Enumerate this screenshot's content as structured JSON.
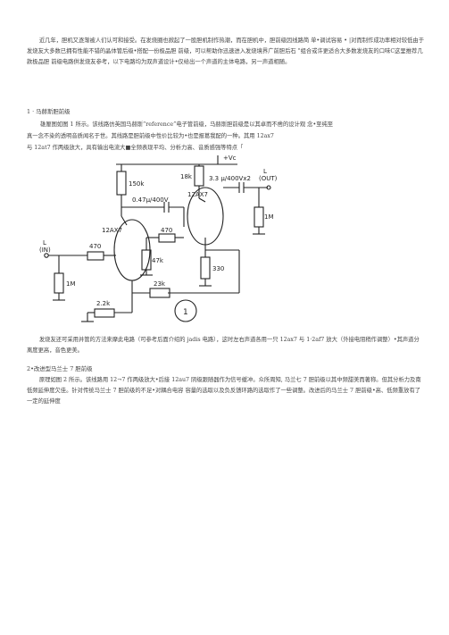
{
  "intro": "近几年，胆机又逐渐被人们认可和接受。在发烧圈也掀起了一股胆机制作热潮，而在胆机中，胆前级因线路简 单•调试容易 • |对而制作成功率相对较低由于发烧友大多数已拥有性能不错的晶体管后级•搭配一份极品胆 前级，可以帮助你迅速进入发烧境界广前胆后石 \"组合或许更适合大多数发烧友的口味C这里推荐几款极品胆 前级电路供发烧友参考，以下电路均为双声道设计•仅给出一个声道的主体电路，另一声道相随。",
  "section1": {
    "title": "1 · 马赫斯胆前级",
    "line1": "雄厘图如图 1 所示。该线路仿英国马赫斯“reference”电子管前级，马赫斯胆前级是以其卓而不凿的设计观 念•至纯至",
    "line2": "真一念不染的透明音质闻名于世。其线路是胆前级中性价比较为•也是报葛我配的一种。其用 12ax7",
    "line3": "与 12at7 作两级放大，具有输出电流大■全频表现平均、分析力高、音质感强等特点「"
  },
  "circuit": {
    "vc": "+Vc",
    "r18k": "18k",
    "cap33": "3.3 μ/400Vx2",
    "out": "L",
    "out2": "(OUT)",
    "tube2": "12AX7",
    "r150k": "150k",
    "cap047": "0.47μ/400V",
    "r1m_out": "1M",
    "tube1": "12AX7",
    "r470_top": "470",
    "r47k": "47k",
    "in": "L",
    "in2": "(IN)",
    "r470_in": "470",
    "r330": "330",
    "r1m_in": "1M",
    "r23k": "23k",
    "r22k": "2.2k",
    "fig": "1"
  },
  "after_circuit": "发烧友还可采用并管的方法来摩此电路（可参考后面介绍的 jadis 电路），这时左右声道各用一只 12ax7 与 1·2af7 放大（外接电阻稍作调整）•其声道分离度更高，音色更美。",
  "section2": {
    "title": "2•改进型马兰士 7 胆前级",
    "text": "原理如图 2 所示。该线路用 12¬7 作两级放大•后接 12au7 阴级跟随器作为信号缓冲。众所周知, 马兰七 7 胆前级以其中频甜美而著称。但其分析力及南低频延伸度欠佳。针对传统马兰士 7 胆前级的不足•对耦合电容 容量的选取以及负反馈环路的选取作了一些调整。改进后的马兰士 7 胆前级•高、低频重放有了一定的延伸度"
  }
}
